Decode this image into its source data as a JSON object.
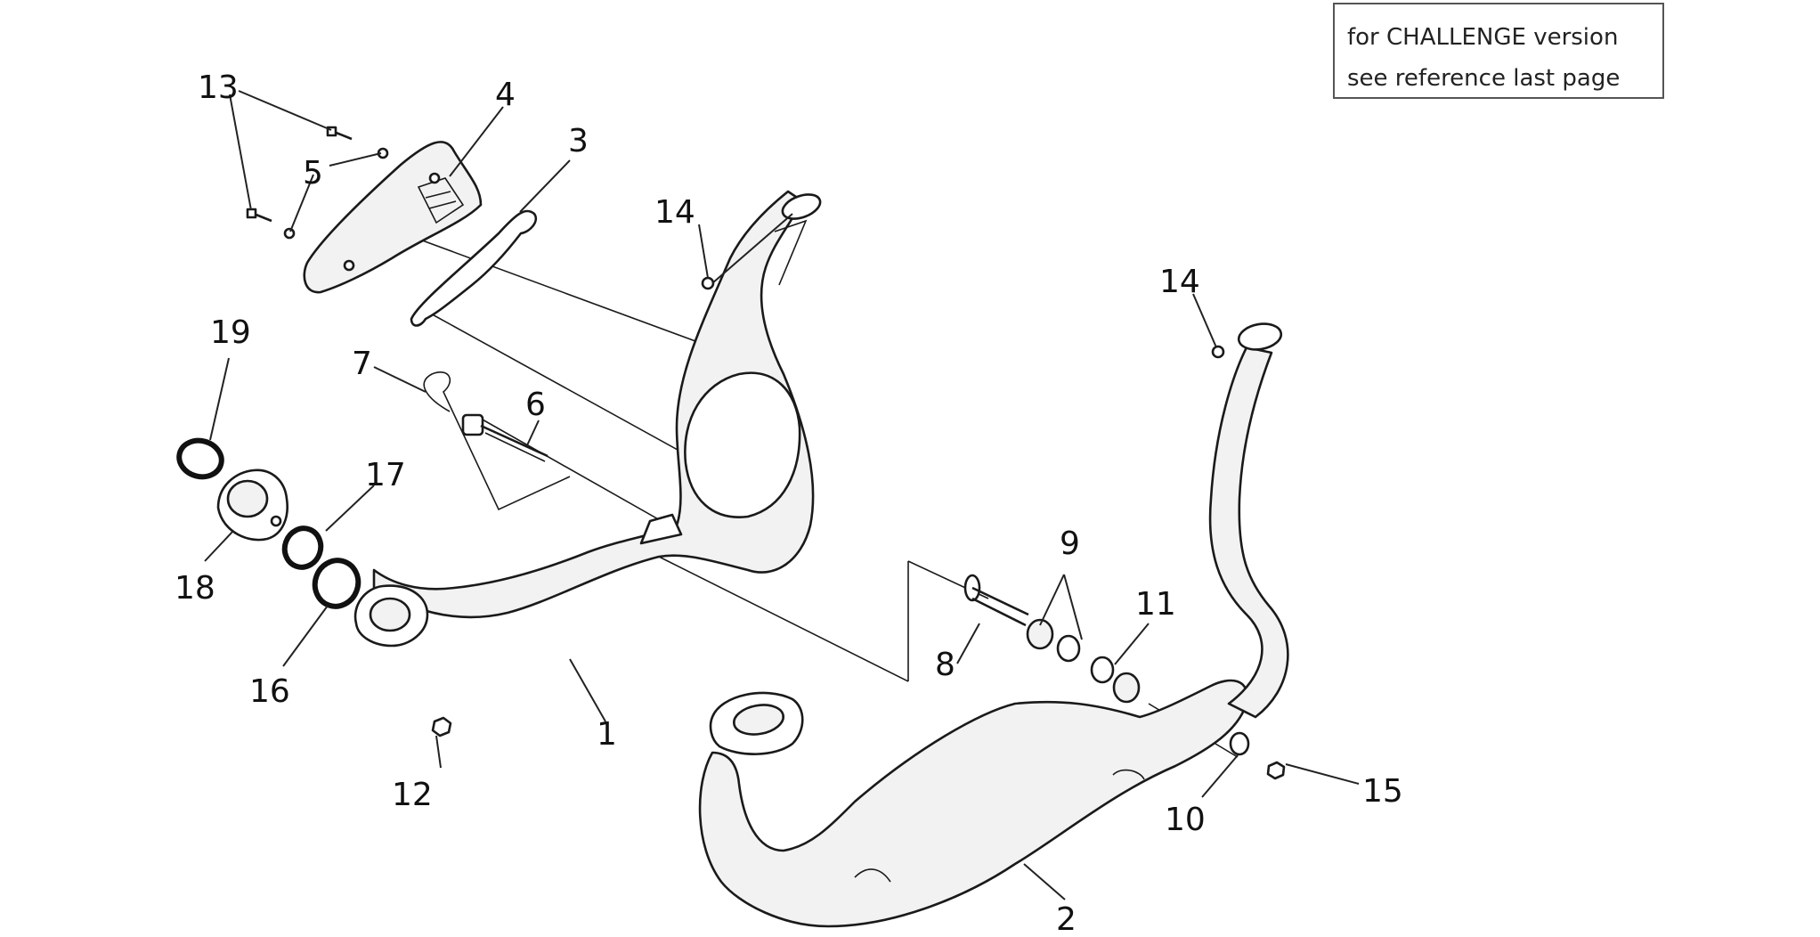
{
  "note": {
    "line1": "for CHALLENGE version",
    "line2": "see reference last page"
  },
  "callouts": {
    "c1": "1",
    "c2": "2",
    "c3": "3",
    "c4": "4",
    "c5": "5",
    "c6": "6",
    "c7": "7",
    "c8": "8",
    "c9": "9",
    "c10": "10",
    "c11": "11",
    "c12": "12",
    "c13": "13",
    "c14a": "14",
    "c14b": "14",
    "c15": "15",
    "c16": "16",
    "c17": "17",
    "c18": "18",
    "c19": "19"
  }
}
